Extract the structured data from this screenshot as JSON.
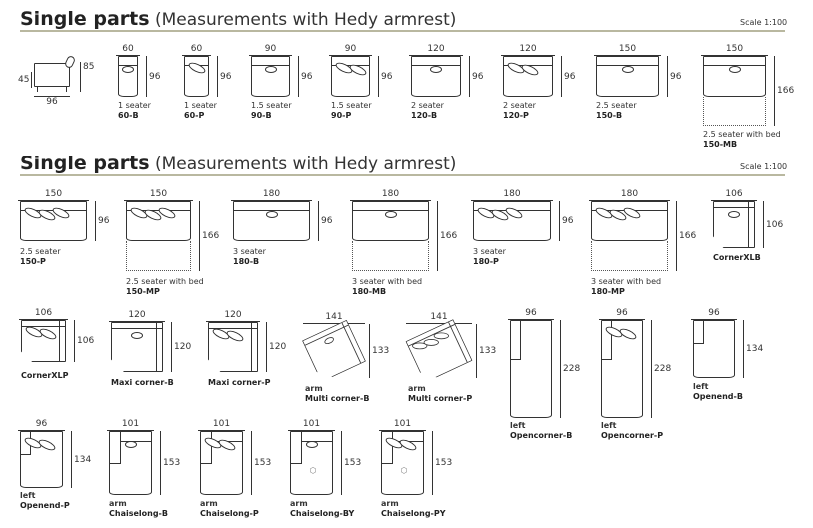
{
  "section1": {
    "title": "Single parts",
    "subtitle": "(Measurements with Hedy armrest)",
    "scale": "Scale 1:100"
  },
  "section2": {
    "title": "Single parts",
    "subtitle": "(Measurements with Hedy armrest)",
    "scale": "Scale 1:100"
  },
  "side_view": {
    "seat_height": "45",
    "height": "85",
    "depth": "96"
  },
  "items": [
    {
      "top": "60",
      "side": "96",
      "desc": "1 seater",
      "code": "60-B",
      "type": "B"
    },
    {
      "top": "60",
      "side": "96",
      "desc": "1 seater",
      "code": "60-P",
      "type": "P"
    },
    {
      "top": "90",
      "side": "96",
      "desc": "1.5 seater",
      "code": "90-B",
      "type": "B"
    },
    {
      "top": "90",
      "side": "96",
      "desc": "1.5 seater",
      "code": "90-P",
      "type": "P"
    },
    {
      "top": "120",
      "side": "96",
      "desc": "2 seater",
      "code": "120-B",
      "type": "B"
    },
    {
      "top": "120",
      "side": "96",
      "desc": "2 seater",
      "code": "120-P",
      "type": "P"
    },
    {
      "top": "150",
      "side": "96",
      "desc": "2.5 seater",
      "code": "150-B",
      "type": "B"
    },
    {
      "top": "150",
      "side": "166",
      "desc": "2.5 seater with bed",
      "code": "150-MB",
      "type": "MB"
    },
    {
      "top": "150",
      "side": "96",
      "desc": "2.5 seater",
      "code": "150-P",
      "type": "P"
    },
    {
      "top": "150",
      "side": "166",
      "desc": "2.5 seater with bed",
      "code": "150-MP",
      "type": "MP"
    },
    {
      "top": "180",
      "side": "96",
      "desc": "3 seater",
      "code": "180-B",
      "type": "B"
    },
    {
      "top": "180",
      "side": "166",
      "desc": "3 seater with bed",
      "code": "180-MB",
      "type": "MB"
    },
    {
      "top": "180",
      "side": "96",
      "desc": "3 seater",
      "code": "180-P",
      "type": "P"
    },
    {
      "top": "180",
      "side": "166",
      "desc": "3 seater with bed",
      "code": "180-MP",
      "type": "MP"
    },
    {
      "top": "106",
      "side": "106",
      "desc": "",
      "code": "CornerXLB",
      "type": "C"
    },
    {
      "top": "106",
      "side": "106",
      "desc": "",
      "code": "CornerXLP",
      "type": "CP"
    },
    {
      "top": "120",
      "side": "120",
      "desc": "",
      "code": "Maxi corner-B",
      "type": "C"
    },
    {
      "top": "120",
      "side": "120",
      "desc": "",
      "code": "Maxi corner-P",
      "type": "CP"
    },
    {
      "top": "141",
      "side": "133",
      "desc": "arm",
      "code": "Multi corner-B",
      "type": "M"
    },
    {
      "top": "141",
      "side": "133",
      "desc": "arm",
      "code": "Multi corner-P",
      "type": "MPc"
    },
    {
      "top": "96",
      "side": "228",
      "desc": "left",
      "code": "Opencorner-B",
      "type": "OA"
    },
    {
      "top": "96",
      "side": "228",
      "desc": "left",
      "code": "Opencorner-P",
      "type": "OAP"
    },
    {
      "top": "96",
      "side": "134",
      "desc": "left",
      "code": "Openend-B",
      "type": "OA"
    },
    {
      "top": "96",
      "side": "134",
      "desc": "left",
      "code": "Openend-P",
      "type": "OAP"
    },
    {
      "top": "101",
      "side": "153",
      "desc": "arm",
      "code": "Chaiselong-B",
      "type": "CH"
    },
    {
      "top": "101",
      "side": "153",
      "desc": "arm",
      "code": "Chaiselong-P",
      "type": "CHP"
    },
    {
      "top": "101",
      "side": "153",
      "desc": "arm",
      "code": "Chaiselong-BY",
      "type": "CHY"
    },
    {
      "top": "101",
      "side": "153",
      "desc": "arm",
      "code": "Chaiselong-PY",
      "type": "CHPY"
    }
  ]
}
